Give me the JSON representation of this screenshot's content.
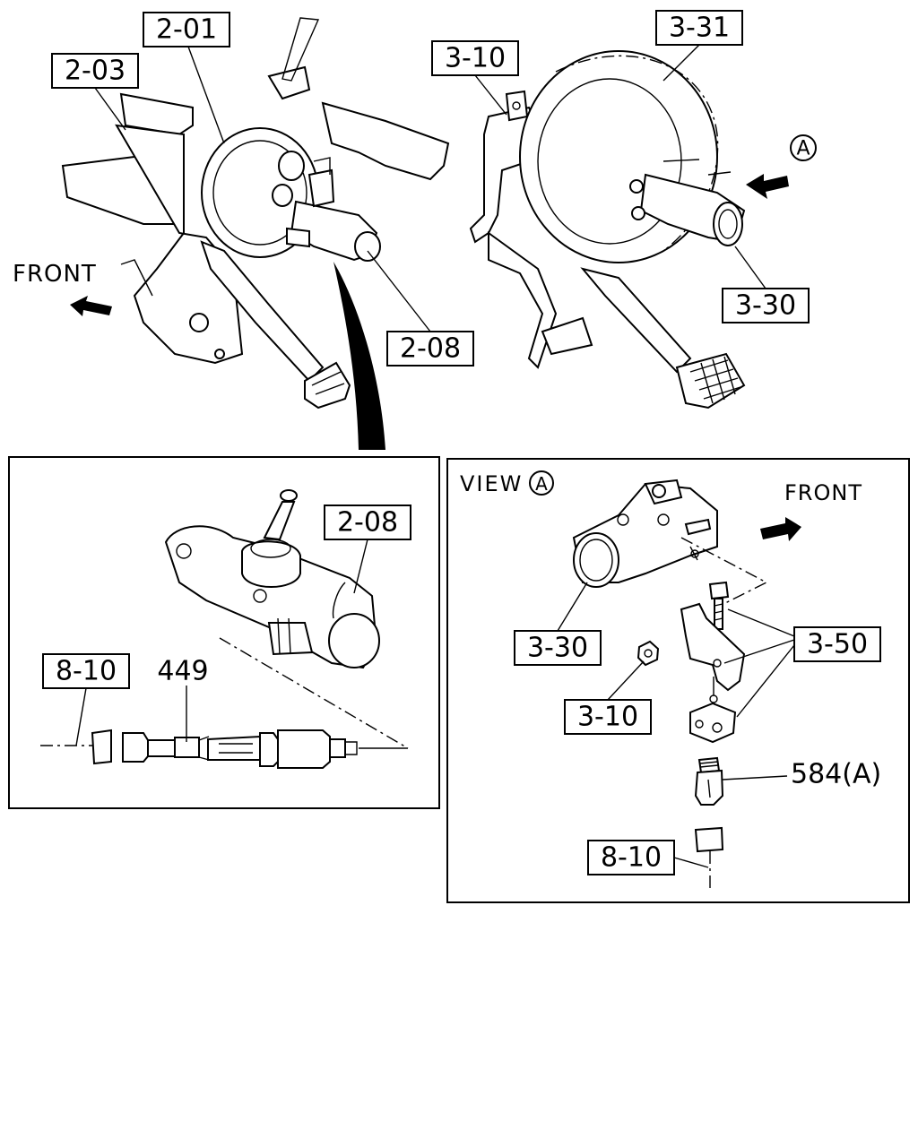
{
  "labels": {
    "l201": "2-01",
    "l203": "2-03",
    "l208_top": "2-08",
    "l310_top": "3-10",
    "l331": "3-31",
    "l330_top": "3-30",
    "l208_detail": "2-08",
    "l810_left": "8-10",
    "l449": "449",
    "l330_view": "3-30",
    "l350": "3-50",
    "l310_view": "3-10",
    "l584": "584(A)",
    "l810_right": "8-10"
  },
  "text": {
    "front_left": "FRONT",
    "front_right": "FRONT",
    "view_prefix": "VIEW",
    "view_letter": "A",
    "marker_letter": "A"
  }
}
